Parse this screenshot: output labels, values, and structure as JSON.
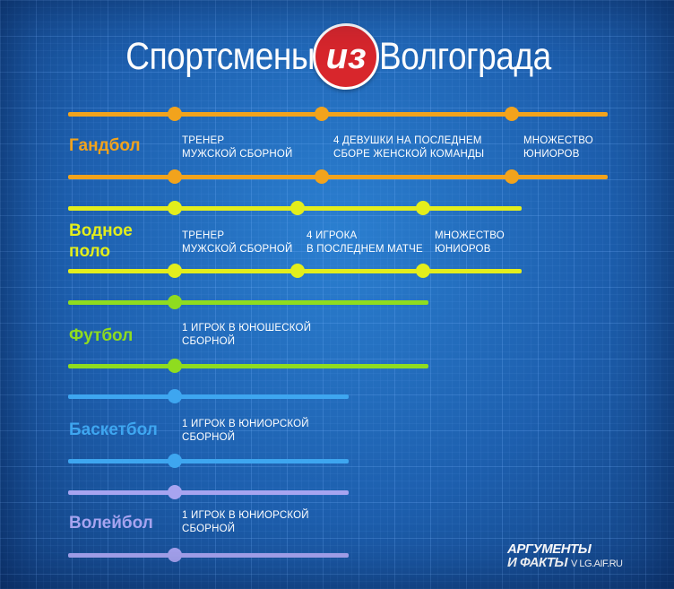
{
  "title": {
    "left": "Спортсмены",
    "circle": "из",
    "right": "Волгограда"
  },
  "colors": {
    "handball": "#f2a31c",
    "waterpolo": "#e3ee1c",
    "football": "#8fdc1f",
    "basketball": "#3ea6f0",
    "volleyball": "#a7a4f0"
  },
  "sports": [
    {
      "name": "Гандбол",
      "facts": [
        "Тренер\nмужской сборной",
        "4 девушки на последнем\nсборе женской команды",
        "Множество\nюниоров"
      ]
    },
    {
      "name": "Водное\nполо",
      "facts": [
        "Тренер\nмужской сборной",
        "4 игрока\nв последнем матче",
        "Множество\nюниоров"
      ]
    },
    {
      "name": "Футбол",
      "facts": [
        "1 игрок в юношеской\nсборной"
      ]
    },
    {
      "name": "Баскетбол",
      "facts": [
        "1 игрок в юниорской\nсборной"
      ]
    },
    {
      "name": "Волейбол",
      "facts": [
        "1 игрок в юниорской\nсборной"
      ]
    }
  ],
  "logo": {
    "line1": "Аргументы",
    "line2": "и факты",
    "url": "V LG.AIF.RU"
  }
}
